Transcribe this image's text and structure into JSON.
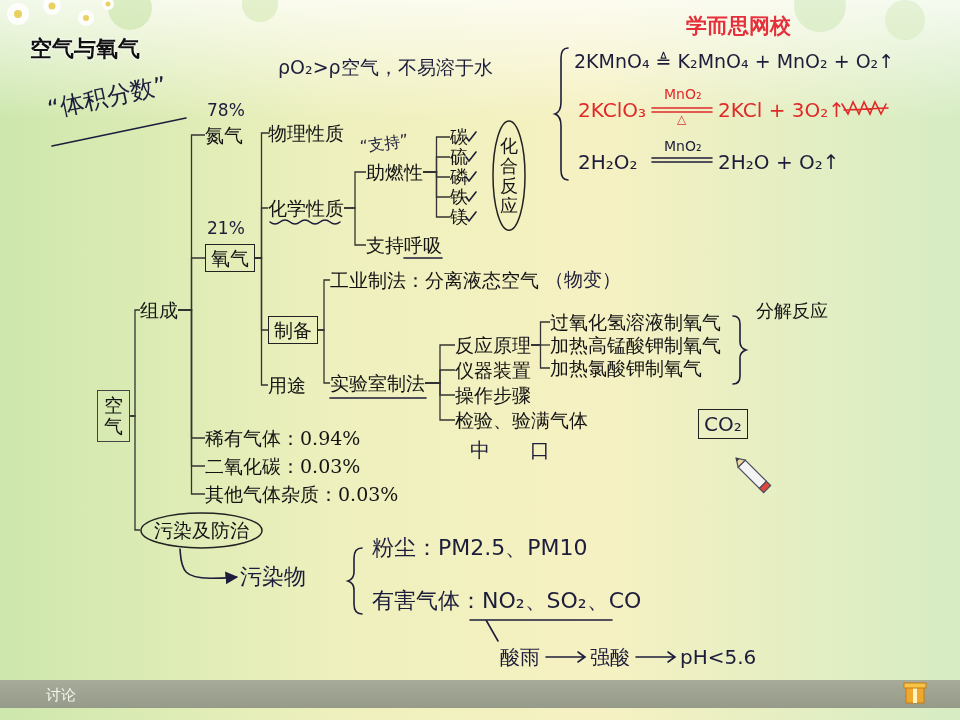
{
  "diagram": {
    "title": "空气与氧气",
    "nodes": [
      {
        "text": [
          "空气"
        ]
      },
      {
        "text": [
          "组成"
        ]
      },
      {
        "text": [
          "污染及防治"
        ]
      },
      {
        "text": [
          "氮气"
        ]
      },
      {
        "text": [
          "氧气"
        ]
      },
      {
        "text": [
          "稀有气体：0.94%"
        ]
      },
      {
        "text": [
          "二氧化碳：0.03%"
        ]
      },
      {
        "text": [
          "其他气体杂质：0.03%"
        ]
      },
      {
        "text": [
          "物理性质"
        ]
      },
      {
        "text": [
          "化学性质"
        ]
      },
      {
        "text": [
          "制备"
        ]
      },
      {
        "text": [
          "用途"
        ]
      },
      {
        "text": [
          "助燃性"
        ]
      },
      {
        "text": [
          "支持呼吸"
        ]
      },
      {
        "text": [
          "碳"
        ]
      },
      {
        "text": [
          "硫"
        ]
      },
      {
        "text": [
          "磷"
        ]
      },
      {
        "text": [
          "铁"
        ]
      },
      {
        "text": [
          "镁"
        ]
      },
      {
        "text": [
          "化合反应"
        ]
      },
      {
        "text": [
          "工业制法：分离液态空气"
        ]
      },
      {
        "text": [
          "实验室制法"
        ]
      },
      {
        "text": [
          "反应原理"
        ]
      },
      {
        "text": [
          "仪器装置"
        ]
      },
      {
        "text": [
          "操作步骤"
        ]
      },
      {
        "text": [
          "检验、验满气体"
        ]
      },
      {
        "text": [
          "过氧化氢溶液制氧气"
        ]
      },
      {
        "text": [
          "加热高锰酸钾制氧气"
        ]
      },
      {
        "text": [
          "加热氯酸钾制氧气"
        ]
      },
      {
        "text": [
          "污染物"
        ]
      },
      {
        "text": [
          "CO₂"
        ]
      }
    ],
    "edges": [
      {
        "from": 0,
        "to": 1,
        "arrow": "none"
      },
      {
        "from": 0,
        "to": 2,
        "arrow": "none"
      },
      {
        "from": 1,
        "to": 3,
        "arrow": "none"
      },
      {
        "from": 1,
        "to": 4,
        "arrow": "none"
      },
      {
        "from": 1,
        "to": 5,
        "arrow": "none"
      },
      {
        "from": 1,
        "to": 6,
        "arrow": "none"
      },
      {
        "from": 1,
        "to": 7,
        "arrow": "none"
      },
      {
        "from": 4,
        "to": 8,
        "arrow": "none"
      },
      {
        "from": 4,
        "to": 9,
        "arrow": "none"
      },
      {
        "from": 4,
        "to": 10,
        "arrow": "none"
      },
      {
        "from": 4,
        "to": 11,
        "arrow": "none"
      },
      {
        "from": 9,
        "to": 12,
        "arrow": "none"
      },
      {
        "from": 9,
        "to": 13,
        "arrow": "none"
      },
      {
        "from": 12,
        "to": 14,
        "arrow": "none"
      },
      {
        "from": 12,
        "to": 15,
        "arrow": "none"
      },
      {
        "from": 12,
        "to": 16,
        "arrow": "none"
      },
      {
        "from": 12,
        "to": 17,
        "arrow": "none"
      },
      {
        "from": 12,
        "to": 18,
        "arrow": "none"
      },
      {
        "from": 10,
        "to": 20,
        "arrow": "none"
      },
      {
        "from": 10,
        "to": 21,
        "arrow": "none"
      },
      {
        "from": 21,
        "to": 22,
        "arrow": "none"
      },
      {
        "from": 21,
        "to": 23,
        "arrow": "none"
      },
      {
        "from": 21,
        "to": 24,
        "arrow": "none"
      },
      {
        "from": 21,
        "to": 25,
        "arrow": "none"
      },
      {
        "from": 22,
        "to": 26,
        "arrow": "none"
      },
      {
        "from": 22,
        "to": 27,
        "arrow": "none"
      },
      {
        "from": 22,
        "to": 28,
        "arrow": "none"
      },
      {
        "from": 2,
        "to": 29,
        "arrow": "to"
      }
    ],
    "labels": [
      "学而思网校",
      "“体积分数”",
      "78%",
      "21%",
      "ρO₂>ρ空气，不易溶于水",
      "2KMnO₄ ≜ K₂MnO₄ + MnO₂ + O₂↑",
      "2KClO₃",
      "MnO₂",
      "△",
      "2KCl + 3O₂↑",
      "2H₂O₂",
      "MnO₂",
      "2H₂O + O₂↑",
      "“支持”",
      "（物变）",
      "分解反应",
      "中",
      "口",
      "粉尘：PM2.5、PM10",
      "有害气体：NO₂、SO₂、CO",
      "酸雨",
      "强酸",
      "pH<5.6",
      "讨论"
    ]
  }
}
